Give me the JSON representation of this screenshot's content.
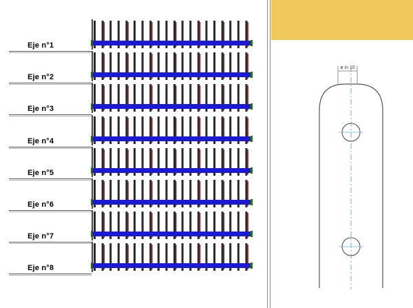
{
  "axes": [
    {
      "label": "Eje n°1"
    },
    {
      "label": "Eje n°2"
    },
    {
      "label": "Eje n°3"
    },
    {
      "label": "Eje n°4"
    },
    {
      "label": "Eje n°5"
    },
    {
      "label": "Eje n°6"
    },
    {
      "label": "Eje n°7"
    },
    {
      "label": "Eje n°8"
    }
  ],
  "detail": {
    "dimension_label": "ø in 10"
  },
  "colors": {
    "header_band": "#f0c95a",
    "bar_blue": "#1a1ad6",
    "post_dark": "#2a2a2a",
    "post_red": "#8b1a1a",
    "end_green": "#1c7a1c",
    "centerline": "#6fb7d6"
  }
}
